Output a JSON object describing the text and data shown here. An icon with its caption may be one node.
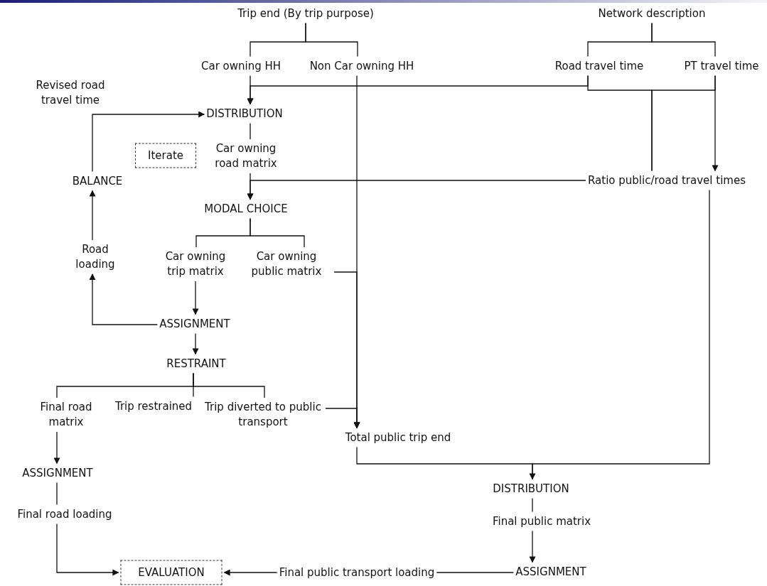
{
  "diagram": {
    "nodes": [
      {
        "text": [
          "Trip end (By trip purpose)"
        ]
      },
      {
        "text": [
          "Car owning HH"
        ]
      },
      {
        "text": [
          "Non Car owning HH"
        ]
      },
      {
        "text": [
          "Network description"
        ]
      },
      {
        "text": [
          "Road travel time"
        ]
      },
      {
        "text": [
          "PT travel time"
        ]
      },
      {
        "text": [
          "DISTRIBUTION"
        ]
      },
      {
        "text": [
          "Iterate"
        ]
      },
      {
        "text": [
          "Car owning road matrix"
        ]
      },
      {
        "text": [
          "BALANCE"
        ]
      },
      {
        "text": [
          "Ratio public/road travel times"
        ]
      },
      {
        "text": [
          "MODAL CHOICE"
        ]
      },
      {
        "text": [
          "Road loading"
        ]
      },
      {
        "text": [
          "Car owning trip matrix"
        ]
      },
      {
        "text": [
          "Car owning public matrix"
        ]
      },
      {
        "text": [
          "ASSIGNMENT"
        ]
      },
      {
        "text": [
          "RESTRAINT"
        ]
      },
      {
        "text": [
          "Final road matrix"
        ]
      },
      {
        "text": [
          "Trip restrained"
        ]
      },
      {
        "text": [
          "Trip diverted to public transport"
        ]
      },
      {
        "text": [
          "Total public trip end"
        ]
      },
      {
        "text": [
          "ASSIGNMENT"
        ]
      },
      {
        "text": [
          "Final road loading"
        ]
      },
      {
        "text": [
          "EVALUATION"
        ]
      },
      {
        "text": [
          "Final public transport loading"
        ]
      },
      {
        "text": [
          "ASSIGNMENT"
        ]
      },
      {
        "text": [
          "DISTRIBUTION"
        ]
      },
      {
        "text": [
          "Final public matrix"
        ]
      }
    ],
    "edges": [
      {
        "from": 0,
        "to": 1,
        "arrow": "none"
      },
      {
        "from": 0,
        "to": 2,
        "arrow": "none"
      },
      {
        "from": 3,
        "to": 4,
        "arrow": "none"
      },
      {
        "from": 3,
        "to": 5,
        "arrow": "none"
      },
      {
        "from": 1,
        "to": 6,
        "arrow": "to"
      },
      {
        "from": 4,
        "to": 6,
        "arrow": "to"
      },
      {
        "from": 4,
        "to": 10,
        "arrow": "none"
      },
      {
        "from": 5,
        "to": 10,
        "arrow": "none"
      },
      {
        "from": 5,
        "to": 10,
        "arrow": "to"
      },
      {
        "from": 6,
        "to": 8,
        "arrow": "none"
      },
      {
        "from": 8,
        "to": 11,
        "arrow": "to"
      },
      {
        "from": 10,
        "to": 11,
        "arrow": "to"
      },
      {
        "from": 11,
        "to": 13,
        "arrow": "none"
      },
      {
        "from": 11,
        "to": 14,
        "arrow": "none"
      },
      {
        "from": 14,
        "to": 20,
        "arrow": "to"
      },
      {
        "from": 2,
        "to": 20,
        "arrow": "to"
      },
      {
        "from": 19,
        "to": 20,
        "arrow": "to"
      },
      {
        "from": 13,
        "to": 15,
        "arrow": "to"
      },
      {
        "from": 15,
        "to": 12,
        "arrow": "to"
      },
      {
        "from": 12,
        "to": 9,
        "arrow": "to"
      },
      {
        "from": 9,
        "to": 6,
        "arrow": "to",
        "label": "Revised road travel time"
      },
      {
        "from": 15,
        "to": 16,
        "arrow": "to"
      },
      {
        "from": 16,
        "to": 17,
        "arrow": "none"
      },
      {
        "from": 16,
        "to": 18,
        "arrow": "none"
      },
      {
        "from": 16,
        "to": 19,
        "arrow": "none"
      },
      {
        "from": 17,
        "to": 21,
        "arrow": "to"
      },
      {
        "from": 21,
        "to": 22,
        "arrow": "none"
      },
      {
        "from": 22,
        "to": 23,
        "arrow": "to"
      },
      {
        "from": 24,
        "to": 23,
        "arrow": "to"
      },
      {
        "from": 25,
        "to": 24,
        "arrow": "none"
      },
      {
        "from": 20,
        "to": 26,
        "arrow": "none"
      },
      {
        "from": 10,
        "to": 26,
        "arrow": "to"
      },
      {
        "from": 26,
        "to": 27,
        "arrow": "none"
      },
      {
        "from": 27,
        "to": 25,
        "arrow": "to"
      }
    ]
  }
}
